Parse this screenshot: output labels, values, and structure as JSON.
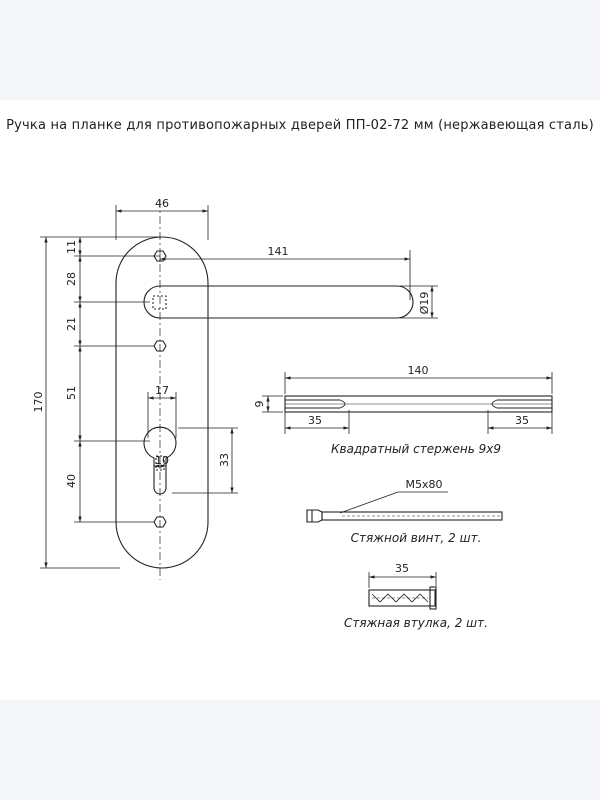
{
  "title": "Ручка на планке для противопожарных дверей ПП-02-72 мм (нержавеющая сталь)",
  "plate": {
    "dim_width": "46",
    "dim_height_total": "170",
    "dim_11": "11",
    "dim_28": "28",
    "dim_21": "21",
    "dim_51": "51",
    "dim_40": "40",
    "dim_17": "17",
    "dim_10": "10",
    "dim_33": "33"
  },
  "lever": {
    "dim_length": "141",
    "dim_diameter": "Ø19"
  },
  "spindle": {
    "dim_length": "140",
    "dim_9": "9",
    "dim_left": "35",
    "dim_right": "35",
    "caption": "Квадратный стержень 9х9"
  },
  "screw": {
    "dim_label": "М5х80",
    "caption": "Стяжной винт, 2 шт."
  },
  "sleeve": {
    "dim_length": "35",
    "caption": "Стяжная втулка, 2 шт."
  }
}
